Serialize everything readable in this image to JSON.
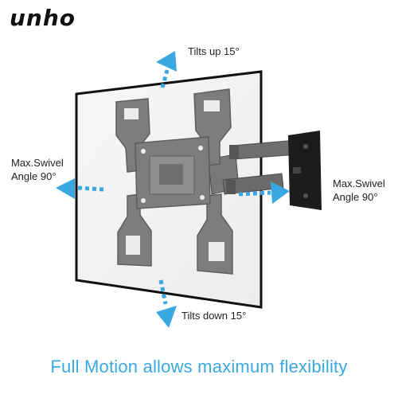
{
  "brand": {
    "logo_text": "unho"
  },
  "labels": {
    "tilt_up": "Tilts up 15°",
    "tilt_down": "Tilts down 15°",
    "swivel_left_line1": "Max.Swivel",
    "swivel_left_line2": "Angle 90°",
    "swivel_right_line1": "Max.Swivel",
    "swivel_right_line2": "Angle 90°"
  },
  "caption": "Full Motion allows maximum flexibility",
  "colors": {
    "arrow": "#3aa8e0",
    "bracket": "#7d7d7d",
    "wall_plate": "#1c1c1c",
    "caption": "#3aa8e0"
  }
}
